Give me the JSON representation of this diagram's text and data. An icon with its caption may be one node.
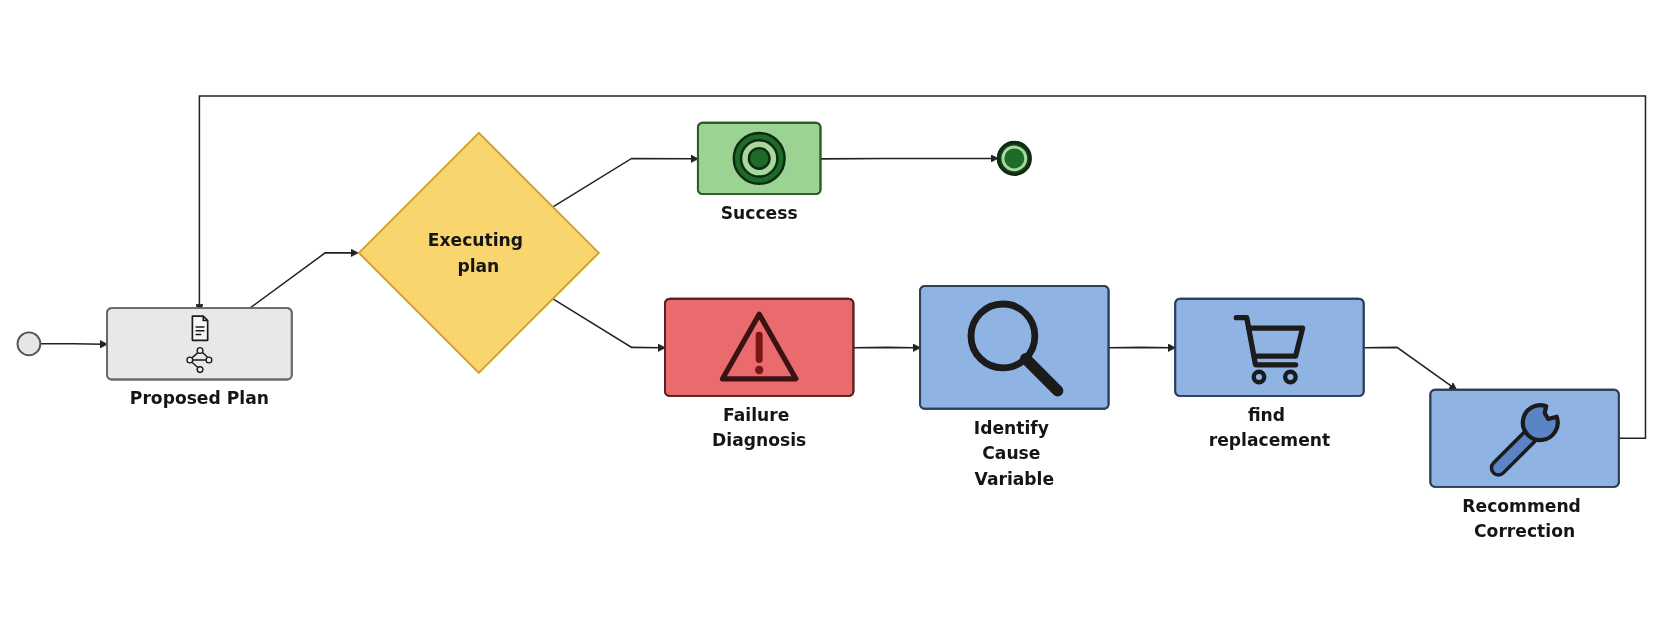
{
  "diagram": {
    "nodes": [
      {
        "text": [],
        "shape": "circle"
      },
      {
        "text": [
          "Proposed Plan"
        ]
      },
      {
        "text": [
          "Executing plan"
        ]
      },
      {
        "text": [
          "Success"
        ]
      },
      {
        "text": [],
        "shape": "circle"
      },
      {
        "text": [
          "Failure Diagnosis"
        ]
      },
      {
        "text": [
          "Identify Cause Variable"
        ]
      },
      {
        "text": [
          "find replacement"
        ]
      },
      {
        "text": [
          "Recommend Correction"
        ]
      }
    ],
    "edges": [
      {
        "from": 0,
        "to": 1,
        "arrow": "to"
      },
      {
        "from": 1,
        "to": 2,
        "arrow": "to"
      },
      {
        "from": 2,
        "to": 3,
        "arrow": "to"
      },
      {
        "from": 3,
        "to": 4,
        "arrow": "to"
      },
      {
        "from": 2,
        "to": 5,
        "arrow": "to"
      },
      {
        "from": 5,
        "to": 6,
        "arrow": "to"
      },
      {
        "from": 6,
        "to": 7,
        "arrow": "to"
      },
      {
        "from": 7,
        "to": 8,
        "arrow": "to"
      },
      {
        "from": 8,
        "to": 1,
        "arrow": "to"
      }
    ]
  }
}
